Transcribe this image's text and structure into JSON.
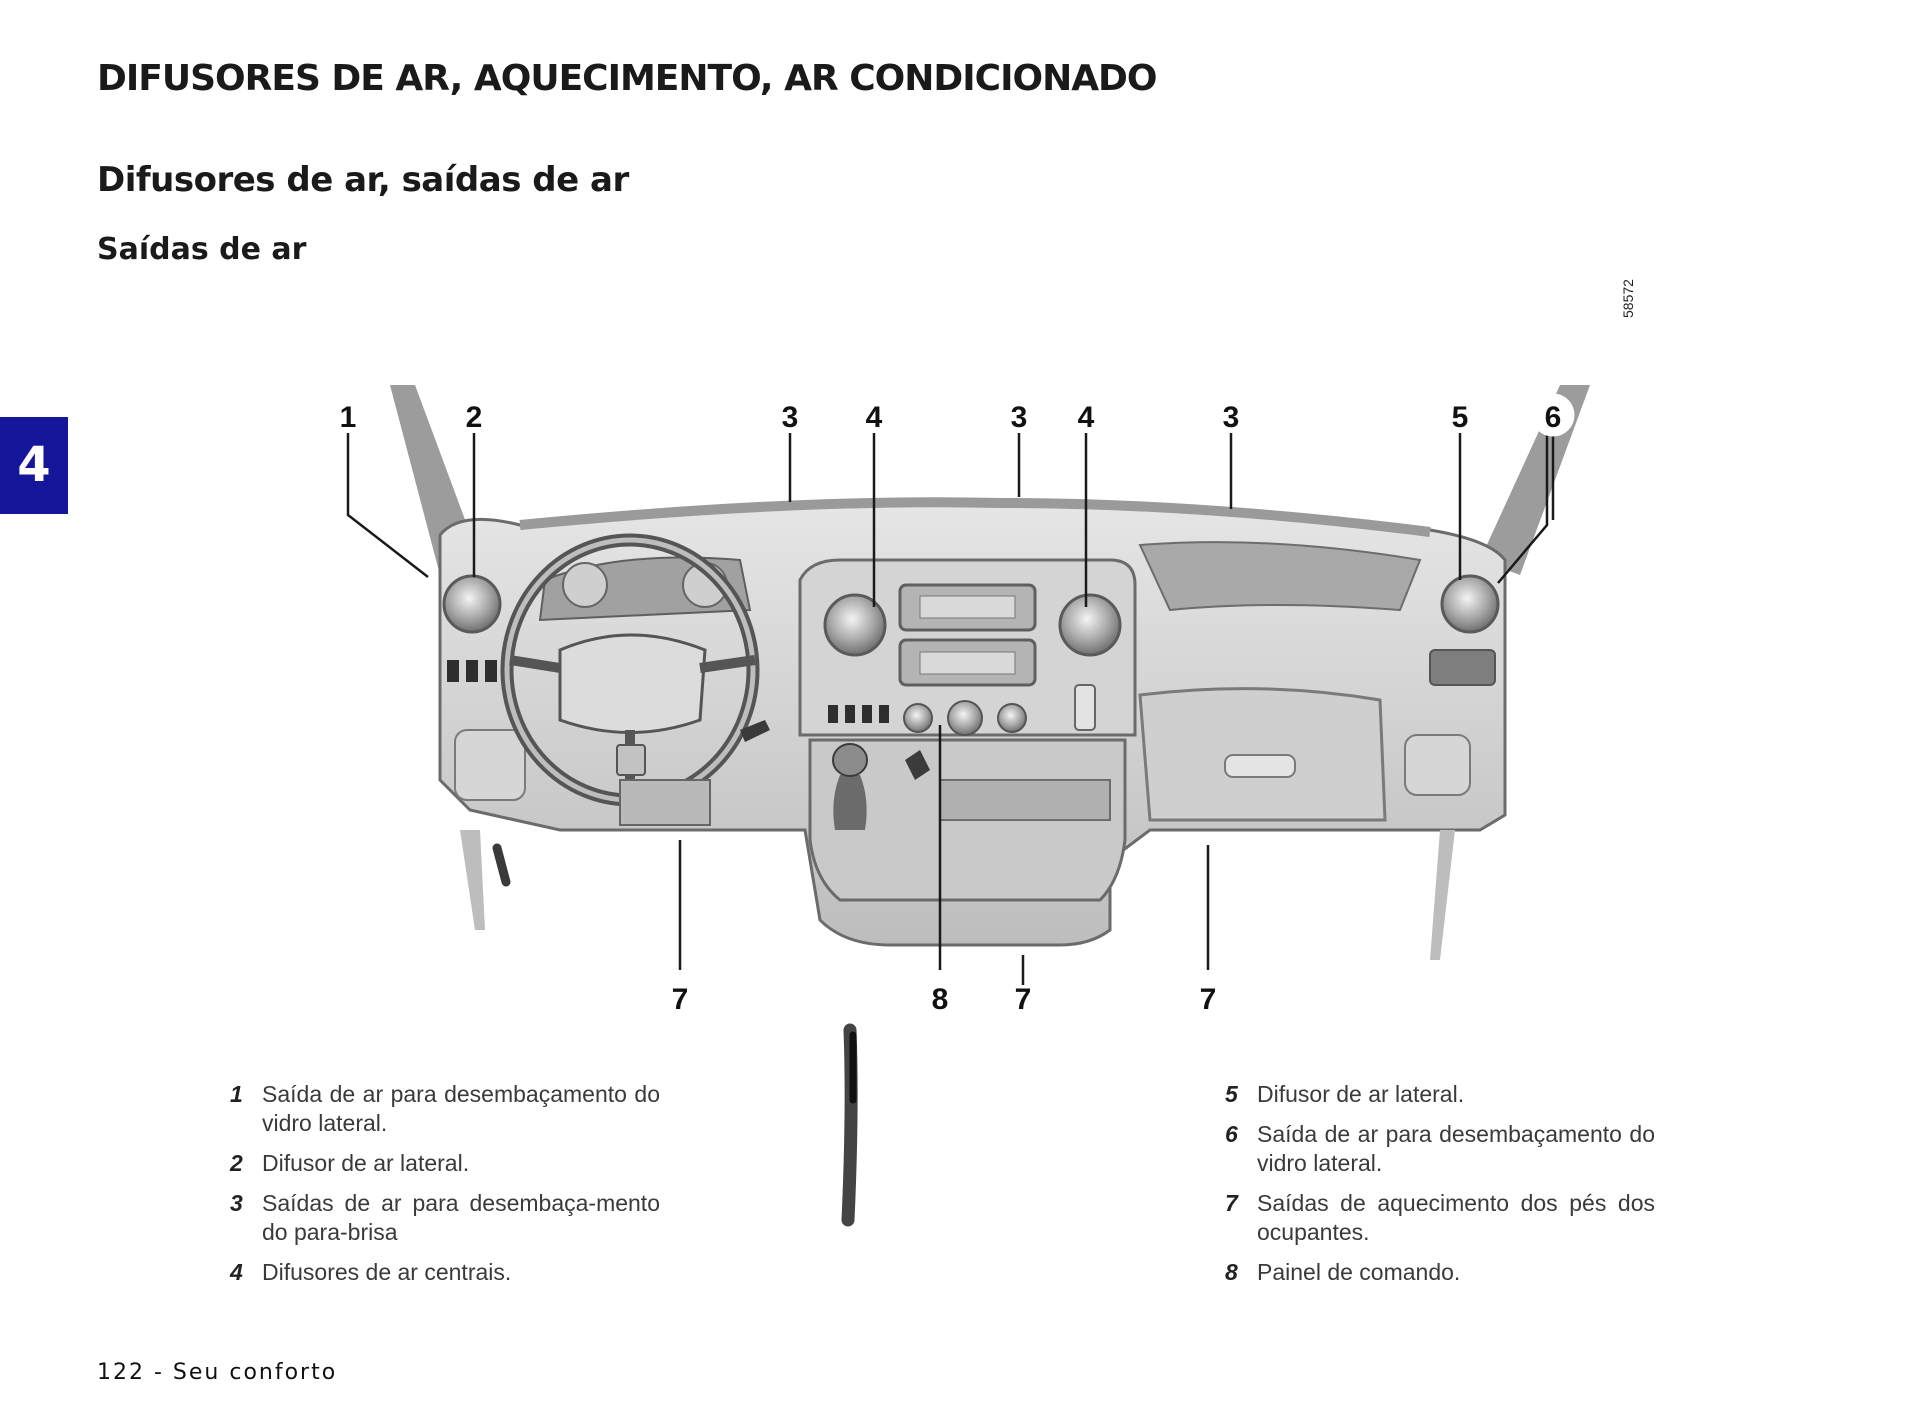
{
  "header": {
    "title": "DIFUSORES DE AR, AQUECIMENTO, AR CONDICIONADO",
    "section": "Difusores de ar, saídas de ar",
    "subsection": "Saídas de ar"
  },
  "chapter_tab": "4",
  "figure": {
    "ref_code": "58572",
    "callouts": {
      "c1": "1",
      "c2": "2",
      "c3a": "3",
      "c4a": "4",
      "c3b": "3",
      "c4b": "4",
      "c3c": "3",
      "c5": "5",
      "c6": "6",
      "c7a": "7",
      "c8": "8",
      "c7b": "7",
      "c7c": "7"
    }
  },
  "legend": [
    {
      "num": "1",
      "text": "Saída de ar para desembaçamento do vidro lateral."
    },
    {
      "num": "2",
      "text": "Difusor de ar lateral."
    },
    {
      "num": "3",
      "text": "Saídas de ar para desembaça-mento do para-brisa"
    },
    {
      "num": "4",
      "text": "Difusores de ar centrais."
    },
    {
      "num": "5",
      "text": "Difusor de ar lateral."
    },
    {
      "num": "6",
      "text": "Saída de ar para desembaçamento do vidro lateral."
    },
    {
      "num": "7",
      "text": "Saídas de aquecimento dos pés dos ocupantes."
    },
    {
      "num": "8",
      "text": "Painel de comando."
    }
  ],
  "footer": "122 - Seu conforto",
  "colors": {
    "chapter_tab": "#15169a",
    "text": "#1a1a1a"
  }
}
